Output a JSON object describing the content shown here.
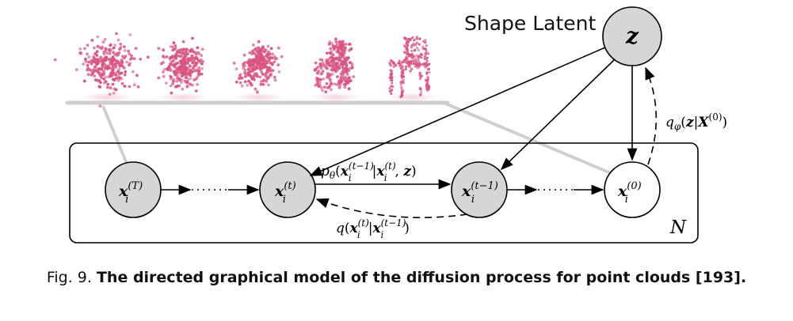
{
  "figure": {
    "shape_latent_label": "Shape Latent",
    "latent_node": "z",
    "plate_label": "N",
    "nodes": {
      "xT": {
        "base": "x",
        "sub": "i",
        "sup": "(T)"
      },
      "xt": {
        "base": "x",
        "sub": "i",
        "sup": "(t)"
      },
      "xt1": {
        "base": "x",
        "sub": "i",
        "sup": "(t−1)"
      },
      "x0": {
        "base": "x",
        "sub": "i",
        "sup": "(0)"
      }
    },
    "edges": {
      "reverse": "pθ(xi(t−1)|xi(t), z)",
      "forward": "q(xi(t)|xi(t−1))",
      "encoder": "qφ(z|X(0))"
    }
  },
  "caption": {
    "prefix": "Fig. 9.",
    "text": "The directed graphical model of the diffusion process for point clouds [193]."
  },
  "colors": {
    "point_pink": "#d9557f",
    "node_gray": "#d6d6d6",
    "bar_gray": "#cfcfcf"
  }
}
